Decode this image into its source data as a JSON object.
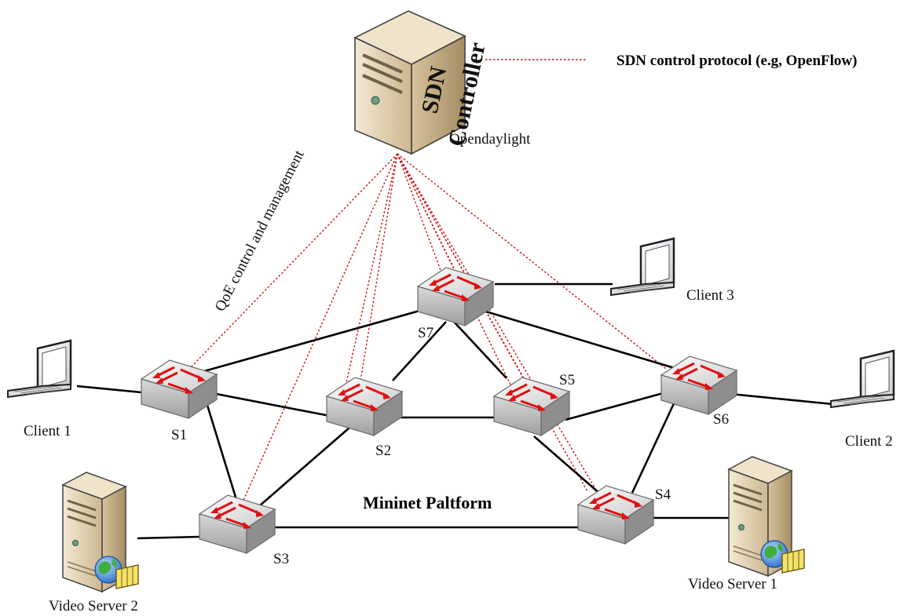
{
  "legend": {
    "text": "SDN control protocol (e.g, OpenFlow)"
  },
  "controller": {
    "line1": "SDN",
    "line2": "Controller",
    "name": "Opendaylight"
  },
  "qoe_label": "QoE control and management",
  "platform_label": "Mininet Paltform",
  "switches": {
    "s1": "S1",
    "s2": "S2",
    "s3": "S3",
    "s4": "S4",
    "s5": "S5",
    "s6": "S6",
    "s7": "S7"
  },
  "clients": {
    "c1": "Client 1",
    "c2": "Client  2",
    "c3": "Client 3"
  },
  "servers": {
    "v1": "Video Server 1",
    "v2": "Video Server 2"
  },
  "colors": {
    "control_line": "#d01010",
    "switch_arrow": "#e01010",
    "server_body": "#e3d3b4"
  }
}
